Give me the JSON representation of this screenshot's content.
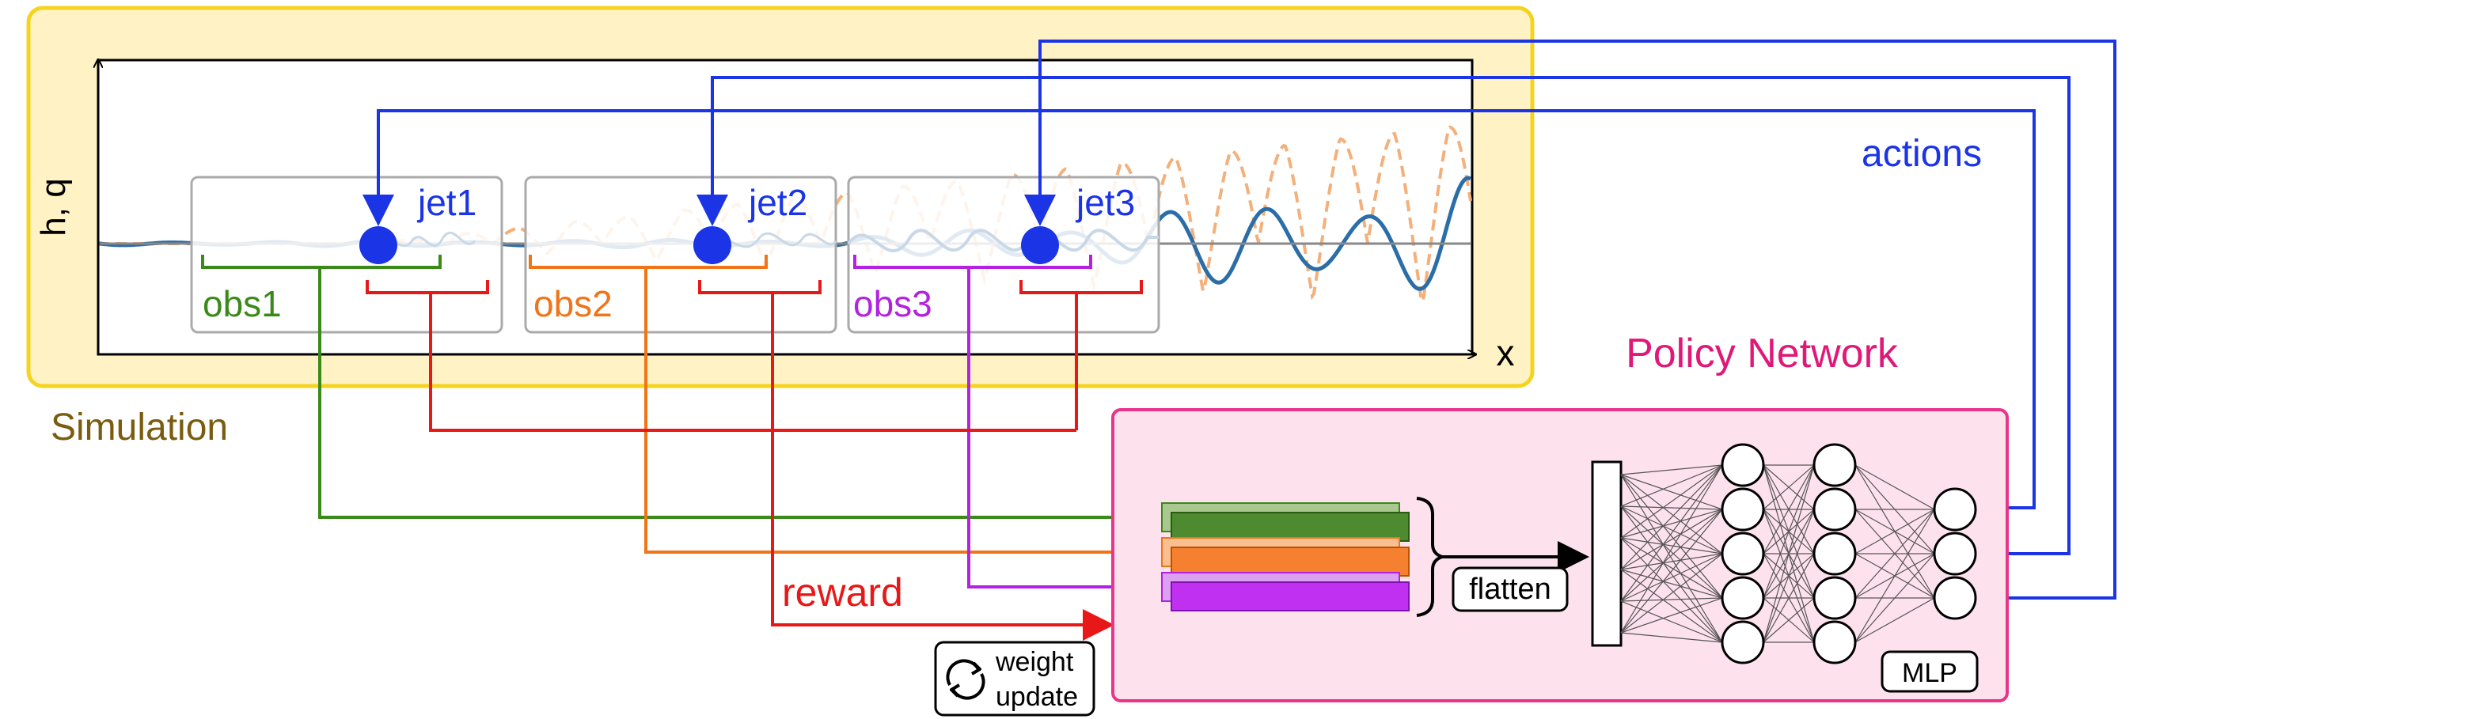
{
  "simulation": {
    "label": "Simulation",
    "axis_y_label": "h, q",
    "axis_x_label": "x",
    "jets": [
      "jet1",
      "jet2",
      "jet3"
    ],
    "observations": [
      "obs1",
      "obs2",
      "obs3"
    ]
  },
  "signals": {
    "actions_label": "actions",
    "reward_label": "reward"
  },
  "policy": {
    "title": "Policy Network",
    "flatten_label": "flatten",
    "mlp_label": "MLP",
    "weight_update_line1": "weight",
    "weight_update_line2": "update",
    "mlp_layers": [
      5,
      5,
      5,
      3
    ]
  },
  "colors": {
    "simulation_fill": "#fff2c4",
    "simulation_border": "#f5d420",
    "simulation_label": "#7a5c10",
    "jet": "#1a34e6",
    "actions": "#1a34e6",
    "obs1": "#3a8a1a",
    "obs2": "#f07418",
    "obs3": "#b322e0",
    "reward": "#e81818",
    "policy_fill": "#fde1ec",
    "policy_border": "#e8348a",
    "policy_title": "#e01878",
    "wave": "#2a6da8",
    "wave_dashed": "#f4b07a"
  }
}
